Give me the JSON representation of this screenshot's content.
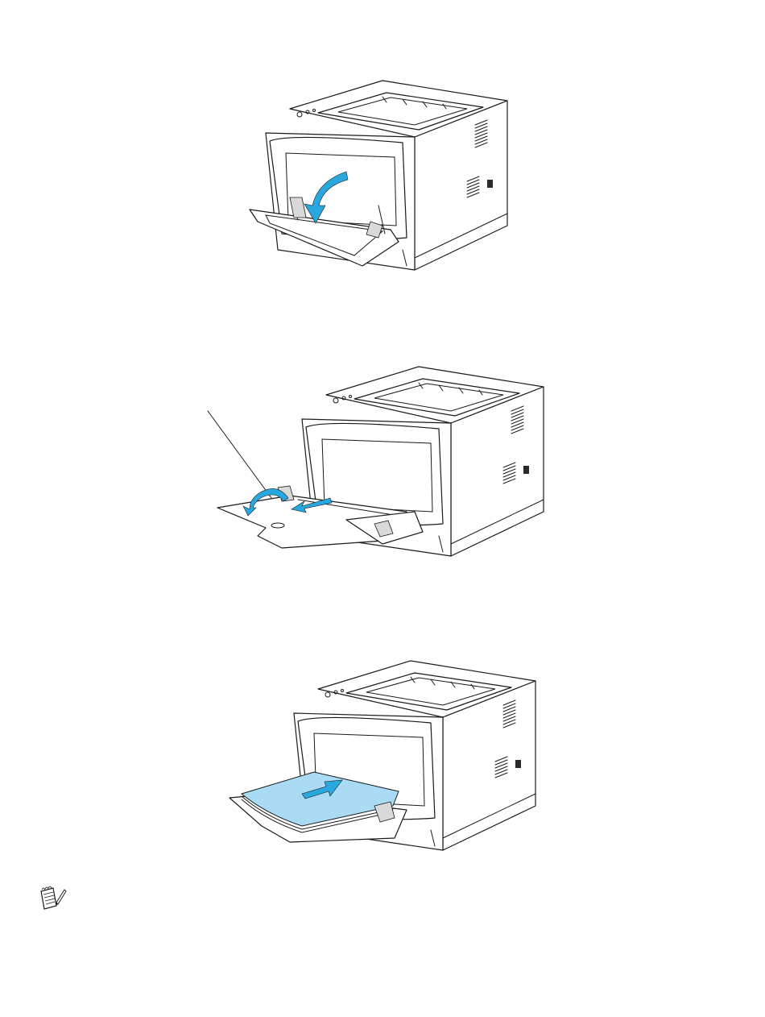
{
  "page": {
    "background": "#ffffff"
  },
  "figures": [
    {
      "name": "printer-open-multipurpose-tray",
      "arrow_color": "#29a8e0"
    },
    {
      "name": "printer-unfold-tray-support-flap",
      "arrow_color": "#29a8e0"
    },
    {
      "name": "printer-insert-paper",
      "arrow_color": "#29a8e0",
      "paper_color": "#a9dcf4"
    }
  ],
  "icons": {
    "note": "note-pencil-icon"
  },
  "colors": {
    "line": "#1a1a1a",
    "arrow": "#29a8e0",
    "paper": "#a9dcf4"
  }
}
